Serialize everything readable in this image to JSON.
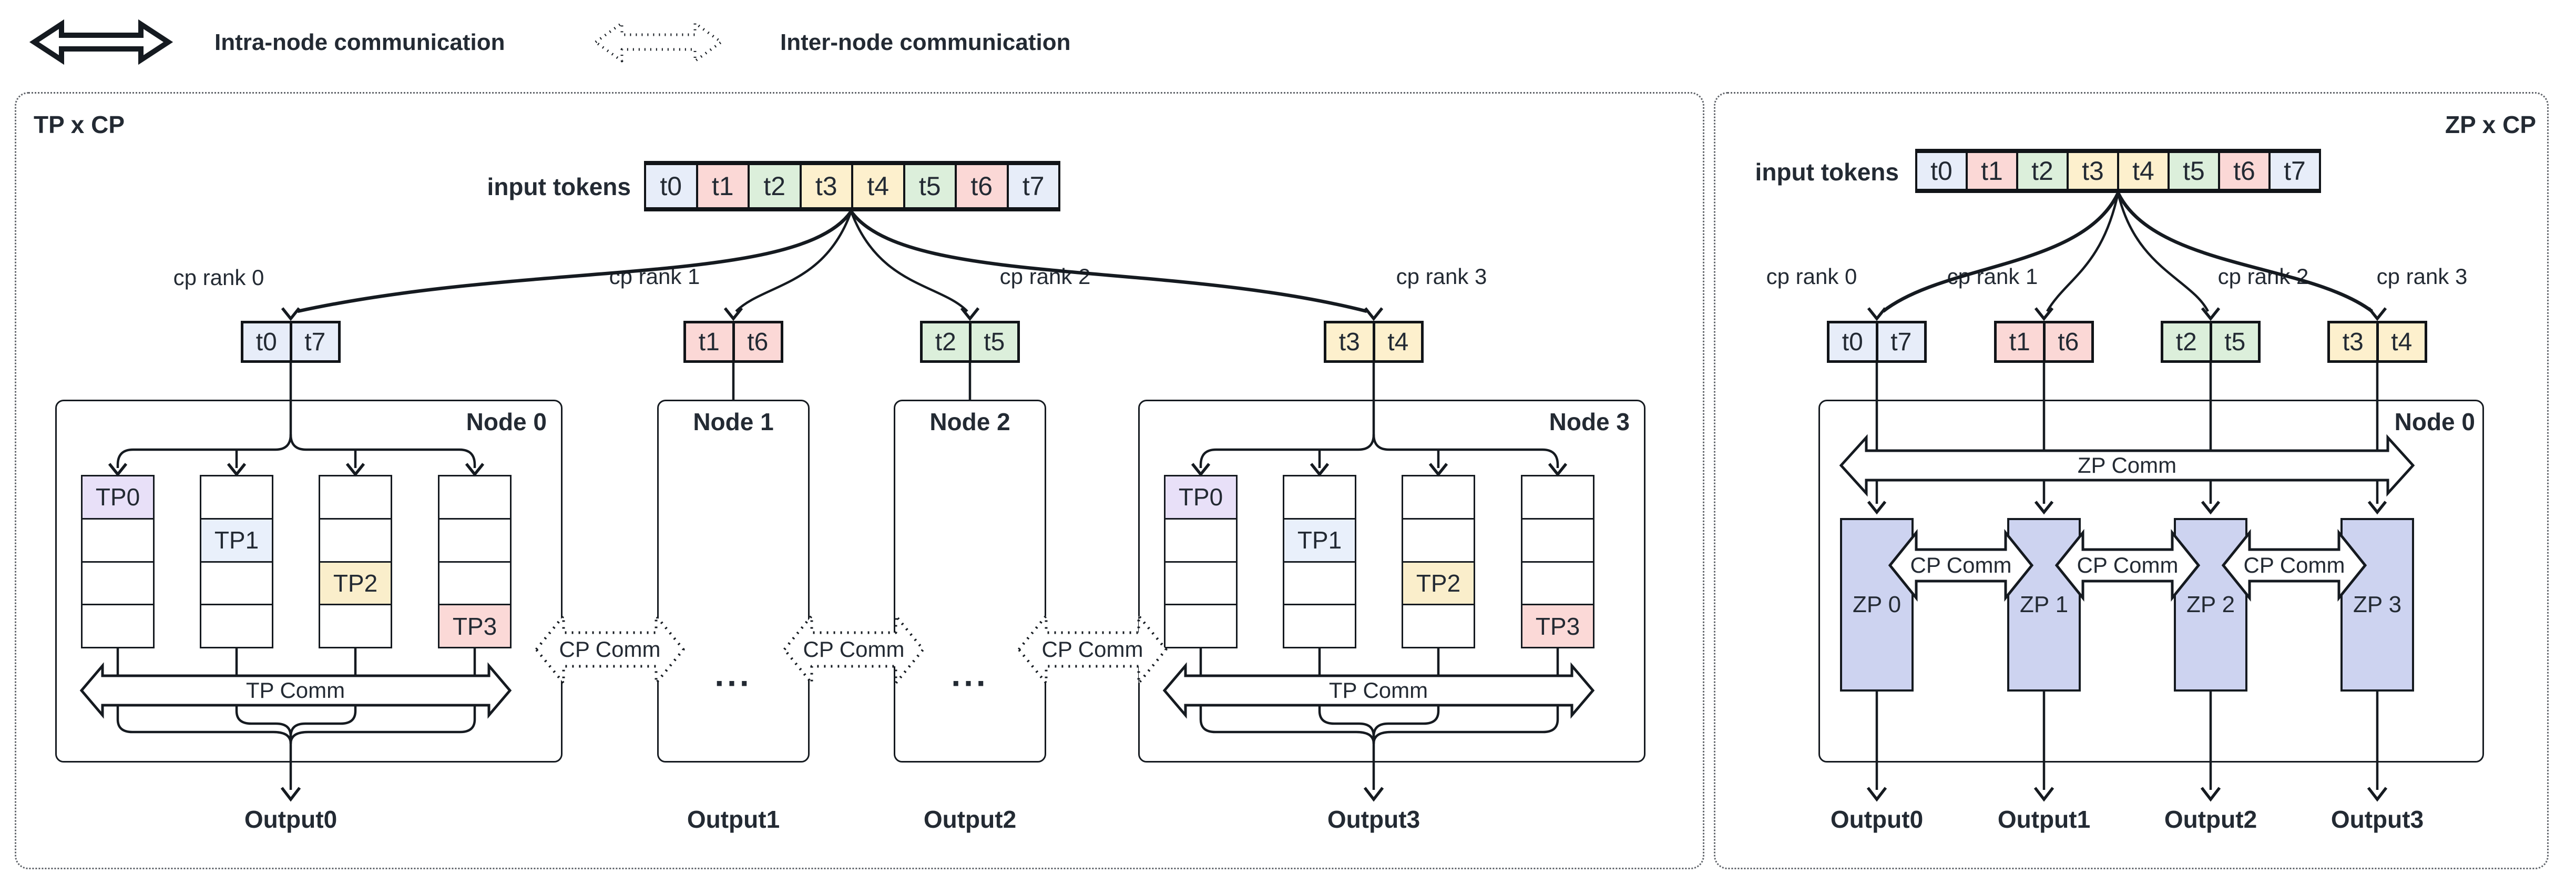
{
  "legend": {
    "intra_label": "Intra-node communication",
    "inter_label": "Inter-node communication"
  },
  "tokens": [
    "t0",
    "t1",
    "t2",
    "t3",
    "t4",
    "t5",
    "t6",
    "t7"
  ],
  "pairs": [
    [
      "t0",
      "t7"
    ],
    [
      "t1",
      "t6"
    ],
    [
      "t2",
      "t5"
    ],
    [
      "t3",
      "t4"
    ]
  ],
  "cp_ranks": [
    "cp rank 0",
    "cp rank 1",
    "cp rank 2",
    "cp rank 3"
  ],
  "outputs": [
    "Output0",
    "Output1",
    "Output2",
    "Output3"
  ],
  "left_panel": {
    "title": "TP x CP",
    "input_label": "input tokens",
    "nodes": [
      "Node 0",
      "Node 1",
      "Node 2",
      "Node 3"
    ],
    "tp_labels": [
      "TP0",
      "TP1",
      "TP2",
      "TP3"
    ],
    "tp_comm_label": "TP Comm",
    "cp_comm_label": "CP Comm",
    "ellipsis": "..."
  },
  "right_panel": {
    "title": "ZP x CP",
    "input_label": "input tokens",
    "node": "Node 0",
    "zp_labels": [
      "ZP 0",
      "ZP 1",
      "ZP 2",
      "ZP 3"
    ],
    "zp_comm_label": "ZP Comm",
    "cp_comm_label": "CP Comm"
  },
  "colors": {
    "token_blue": "#e7edf9",
    "token_pink": "#fbd8d6",
    "token_green": "#dcefdb",
    "token_yellow": "#fdf0cd",
    "tp0_fill": "#e8e0f8",
    "tp1_fill": "#e9f0fb",
    "tp2_fill": "#faeecb",
    "tp3_fill": "#fbd9d7",
    "zp_fill": "#cdd3f0",
    "line": "#151a20",
    "text": "#232a33"
  }
}
